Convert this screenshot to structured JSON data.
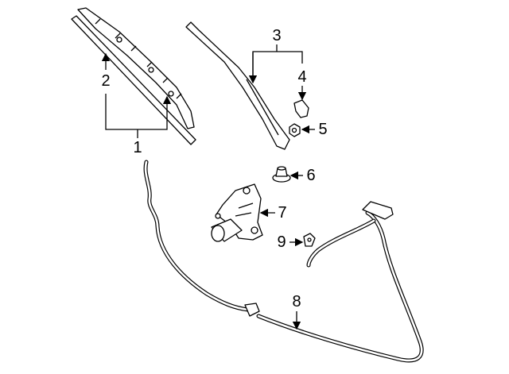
{
  "diagram": {
    "callouts": [
      {
        "id": "1",
        "label": "1"
      },
      {
        "id": "2",
        "label": "2"
      },
      {
        "id": "3",
        "label": "3"
      },
      {
        "id": "4",
        "label": "4"
      },
      {
        "id": "5",
        "label": "5"
      },
      {
        "id": "6",
        "label": "6"
      },
      {
        "id": "7",
        "label": "7"
      },
      {
        "id": "8",
        "label": "8"
      },
      {
        "id": "9",
        "label": "9"
      }
    ],
    "parts": [
      "wiper-blade",
      "blade-insert",
      "wiper-arm",
      "arm-cap",
      "arm-nut",
      "grommet",
      "wiper-motor",
      "washer-hose",
      "washer-nozzle"
    ]
  }
}
